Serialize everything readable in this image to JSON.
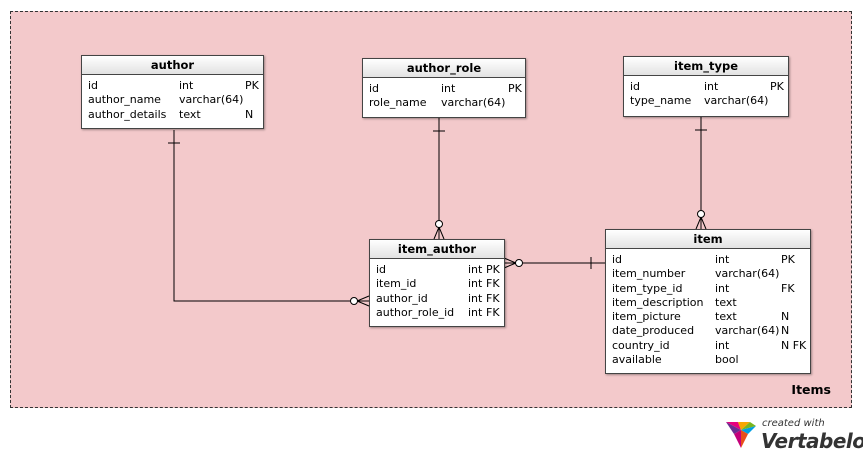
{
  "area": {
    "label": "Items"
  },
  "tables": {
    "author": {
      "name": "author",
      "columns": [
        {
          "name": "id",
          "type": "int",
          "flags": "PK"
        },
        {
          "name": "author_name",
          "type": "varchar(64)",
          "flags": ""
        },
        {
          "name": "author_details",
          "type": "text",
          "flags": "N"
        }
      ]
    },
    "author_role": {
      "name": "author_role",
      "columns": [
        {
          "name": "id",
          "type": "int",
          "flags": "PK"
        },
        {
          "name": "role_name",
          "type": "varchar(64)",
          "flags": ""
        }
      ]
    },
    "item_type": {
      "name": "item_type",
      "columns": [
        {
          "name": "id",
          "type": "int",
          "flags": "PK"
        },
        {
          "name": "type_name",
          "type": "varchar(64)",
          "flags": ""
        }
      ]
    },
    "item_author": {
      "name": "item_author",
      "columns": [
        {
          "name": "id",
          "type": "int",
          "flags": "PK"
        },
        {
          "name": "item_id",
          "type": "int",
          "flags": "FK"
        },
        {
          "name": "author_id",
          "type": "int",
          "flags": "FK"
        },
        {
          "name": "author_role_id",
          "type": "int",
          "flags": "FK"
        }
      ]
    },
    "item": {
      "name": "item",
      "columns": [
        {
          "name": "id",
          "type": "int",
          "flags": "PK"
        },
        {
          "name": "item_number",
          "type": "varchar(64)",
          "flags": ""
        },
        {
          "name": "item_type_id",
          "type": "int",
          "flags": "FK"
        },
        {
          "name": "item_description",
          "type": "text",
          "flags": ""
        },
        {
          "name": "item_picture",
          "type": "text",
          "flags": "N"
        },
        {
          "name": "date_produced",
          "type": "varchar(64)",
          "flags": "N"
        },
        {
          "name": "country_id",
          "type": "int",
          "flags": "N FK"
        },
        {
          "name": "available",
          "type": "bool",
          "flags": ""
        }
      ]
    }
  },
  "relationships": [
    {
      "from": "author",
      "to": "item_author",
      "from_card": "one",
      "to_card": "zero-or-many"
    },
    {
      "from": "author_role",
      "to": "item_author",
      "from_card": "one",
      "to_card": "zero-or-many"
    },
    {
      "from": "item",
      "to": "item_author",
      "from_card": "one",
      "to_card": "zero-or-many"
    },
    {
      "from": "item_type",
      "to": "item",
      "from_card": "one",
      "to_card": "zero-or-many"
    }
  ],
  "branding": {
    "small": "created with",
    "big": "Vertabelo"
  },
  "colors": {
    "area_bg": "#f3c9cb",
    "line": "#000000"
  }
}
